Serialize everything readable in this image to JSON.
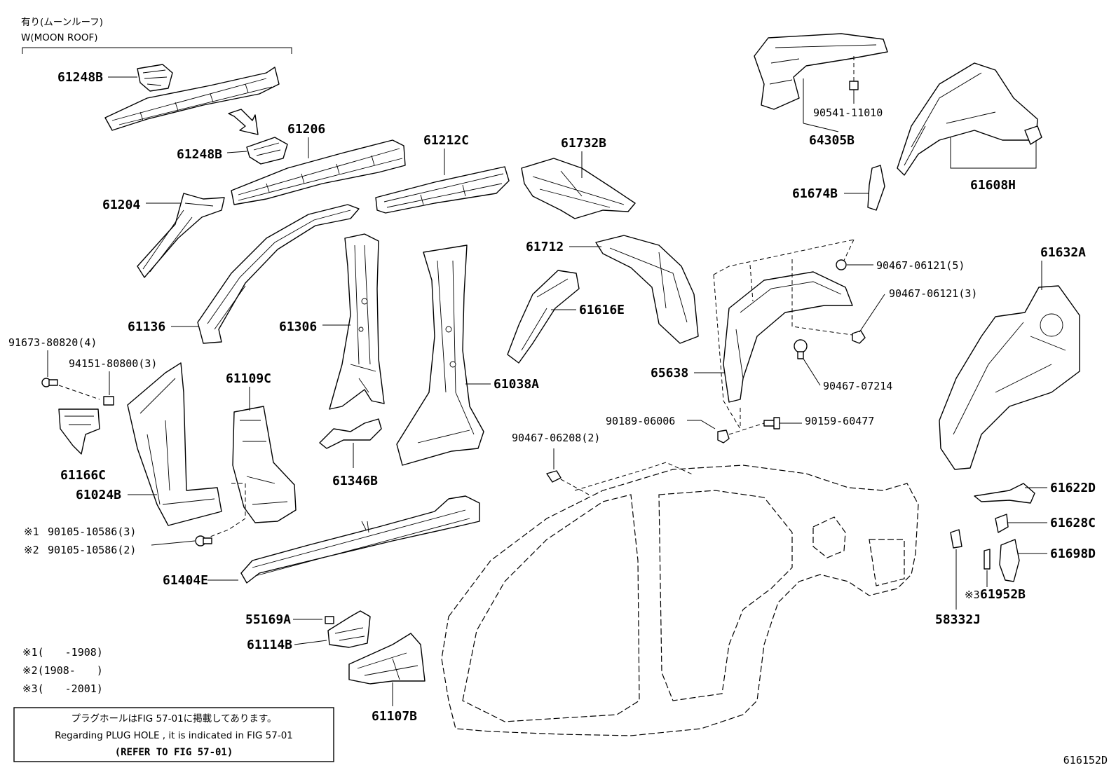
{
  "header": {
    "option_jp": "有り(ムーンルーフ)",
    "option_en": "W(MOON ROOF)"
  },
  "labels": {
    "p61248b_a": "61248B",
    "p61248b_b": "61248B",
    "p61206": "61206",
    "p61204": "61204",
    "p61212c": "61212C",
    "p61732b": "61732B",
    "p61136": "61136",
    "p61306": "61306",
    "p61038a": "61038A",
    "p61712": "61712",
    "p61616e": "61616E",
    "p65638": "65638",
    "p64305b": "64305B",
    "p90541": "90541-11010",
    "p61608h": "61608H",
    "p61674b": "61674B",
    "p90467_5": "90467-06121(5)",
    "p90467_3": "90467-06121(3)",
    "p90467_07214": "90467-07214",
    "p61632a": "61632A",
    "p91673": "91673-80820(4)",
    "p94151": "94151-80800(3)",
    "p61166c": "61166C",
    "p61024b": "61024B",
    "p61109c": "61109C",
    "p61346b": "61346B",
    "p90189": "90189-06006",
    "p90159": "90159-60477",
    "p90467_06208": "90467-06208(2)",
    "p90105_1_mark": "※1",
    "p90105_1": "90105-10586(3)",
    "p90105_2_mark": "※2",
    "p90105_2": "90105-10586(2)",
    "p61404e": "61404E",
    "p55169a": "55169A",
    "p61114b": "61114B",
    "p61107b": "61107B",
    "p61622d": "61622D",
    "p61628c": "61628C",
    "p61698d": "61698D",
    "p61952b_mark": "※3",
    "p61952b": "61952B",
    "p58332j": "58332J"
  },
  "footnotes": [
    "※1(　　-1908)",
    "※2(1908-　　)",
    "※3(　　-2001)"
  ],
  "note": {
    "line1": "プラグホールはFIG 57-01に掲載してあります。",
    "line2": "Regarding  PLUG  HOLE , it is indicated in FIG  57-01",
    "line3": "(REFER  TO  FIG  57-01)"
  },
  "figure_id": "616152D"
}
